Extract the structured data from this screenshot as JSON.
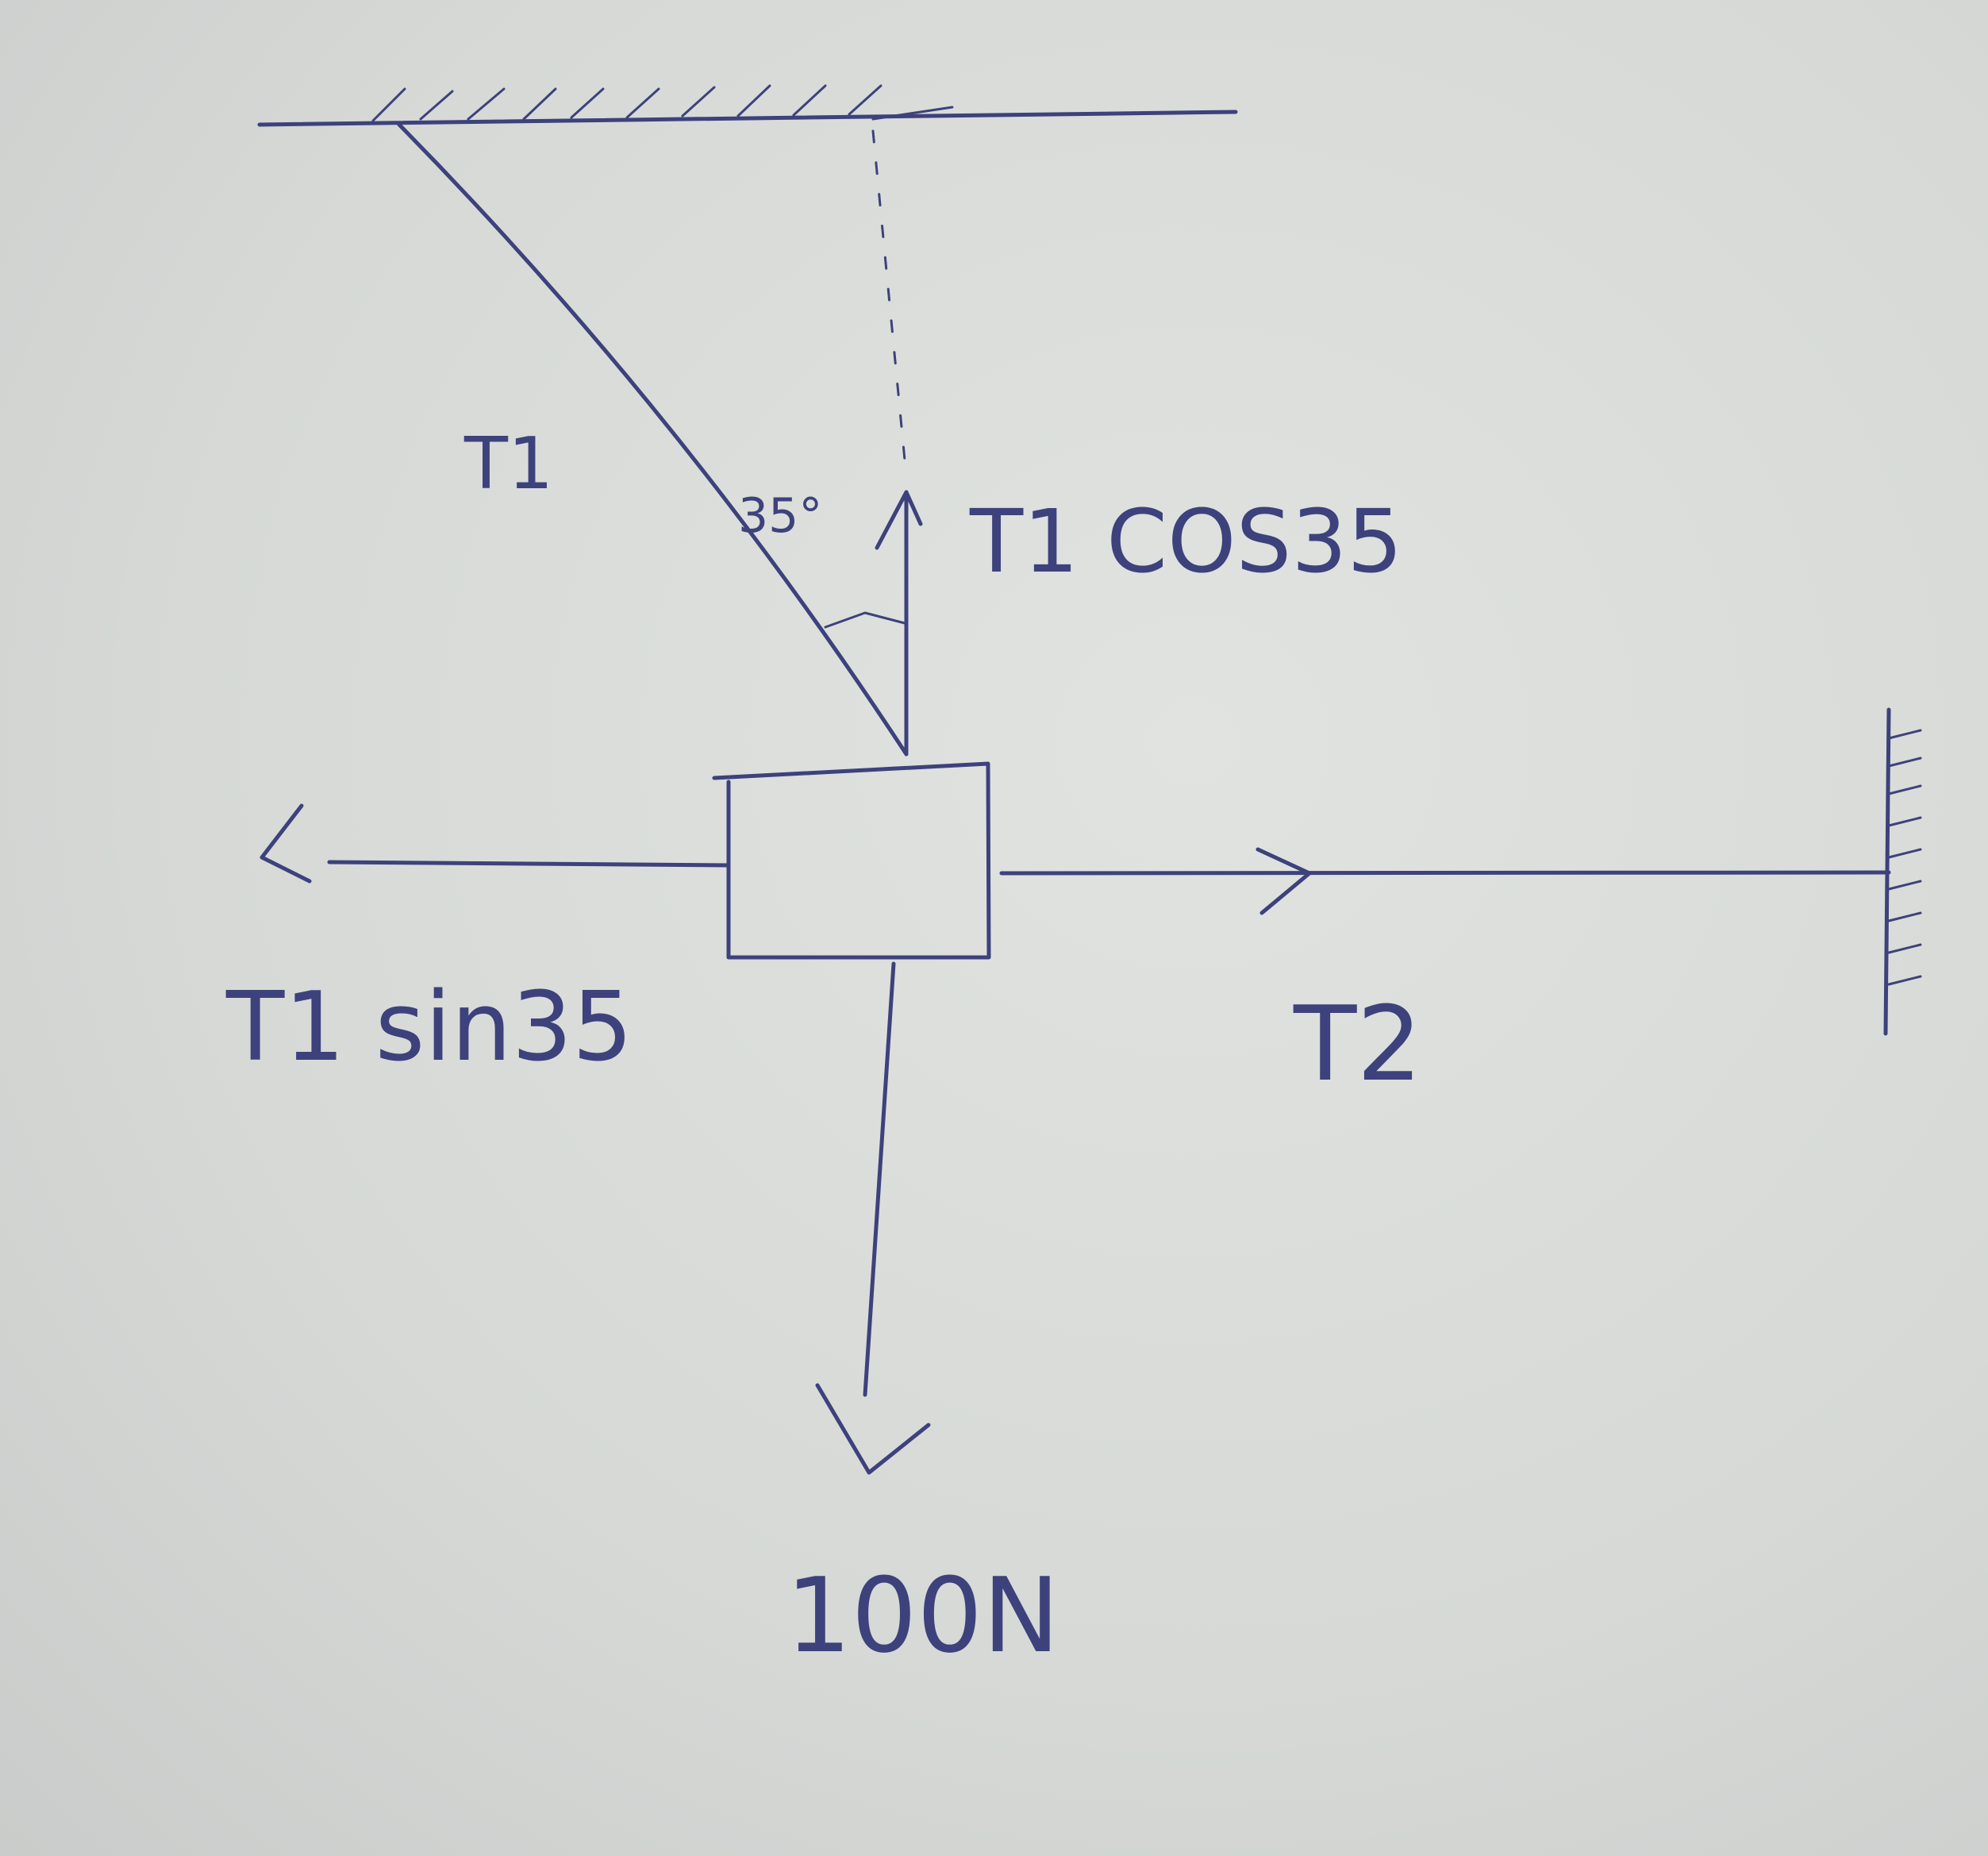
{
  "diagram": {
    "labels": {
      "rope_tension": "T1",
      "angle": "35°",
      "vertical_component": "T1 COS35",
      "horizontal_component": "T1 sin35",
      "horizontal_tension": "T2",
      "weight": "100N"
    },
    "ink_color": "#3d427c",
    "paper_color": "#d8dbd8"
  }
}
